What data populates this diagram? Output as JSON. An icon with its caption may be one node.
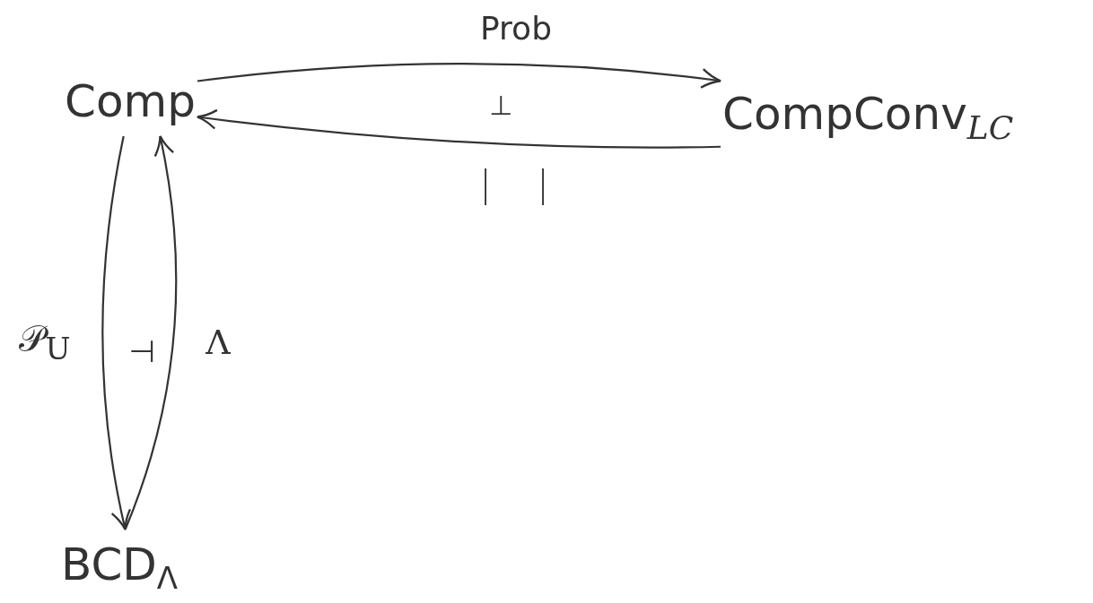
{
  "diagram": {
    "nodes": [
      {
        "text": [
          "Comp"
        ]
      },
      {
        "text": [
          "CompConv$_{LC}$"
        ]
      },
      {
        "text": [
          "BCD$_{Λ}$"
        ]
      }
    ],
    "edges": [
      {
        "from": 0,
        "to": 1,
        "arrow": "to",
        "label": "Prob"
      },
      {
        "from": 1,
        "to": 0,
        "arrow": "to",
        "label": "| |"
      },
      {
        "from": 0,
        "to": 2,
        "arrow": "to",
        "label": "𝒫$_{U}$"
      },
      {
        "from": 2,
        "to": 0,
        "arrow": "to",
        "label": "Λ"
      }
    ],
    "labels": [
      "⊥",
      "⊣"
    ]
  }
}
